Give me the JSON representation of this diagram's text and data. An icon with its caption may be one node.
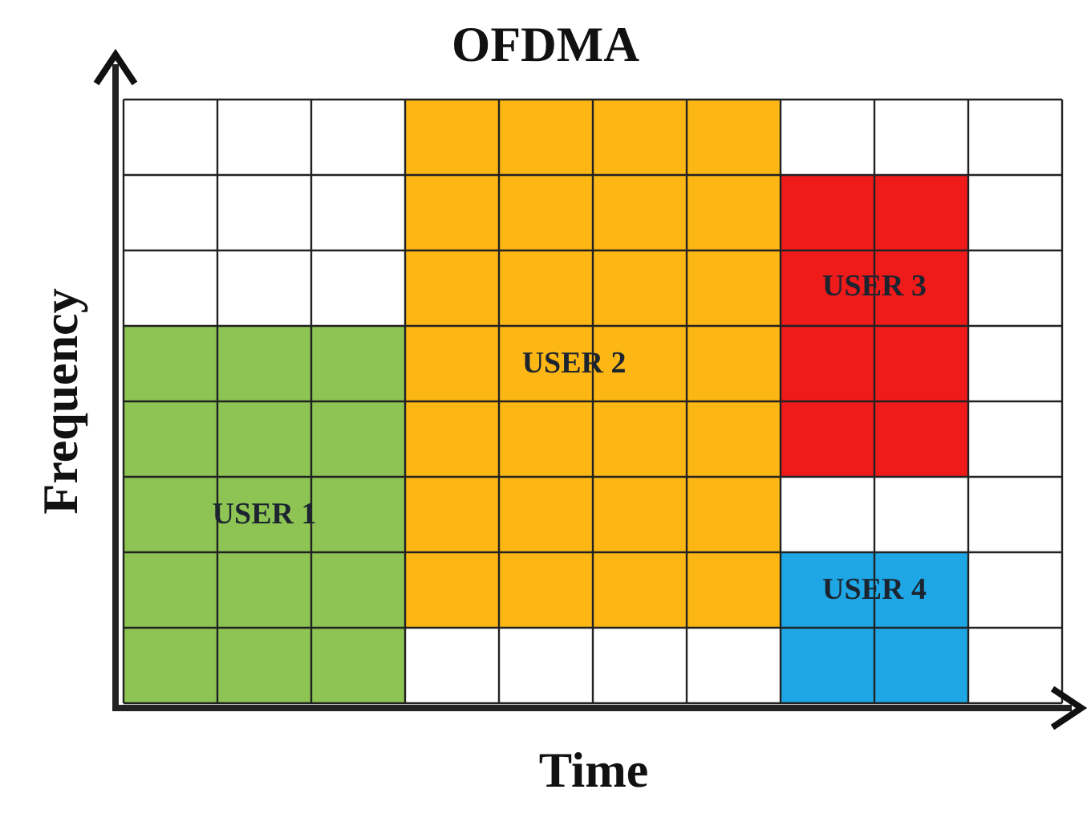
{
  "diagram": {
    "title": "OFDMA",
    "nodes": [
      {
        "text": [
          "USER 1"
        ]
      },
      {
        "text": [
          "USER 2"
        ]
      },
      {
        "text": [
          "USER 3"
        ]
      },
      {
        "text": [
          "USER 4"
        ]
      }
    ],
    "labels": [
      "Frequency",
      "Time"
    ]
  }
}
